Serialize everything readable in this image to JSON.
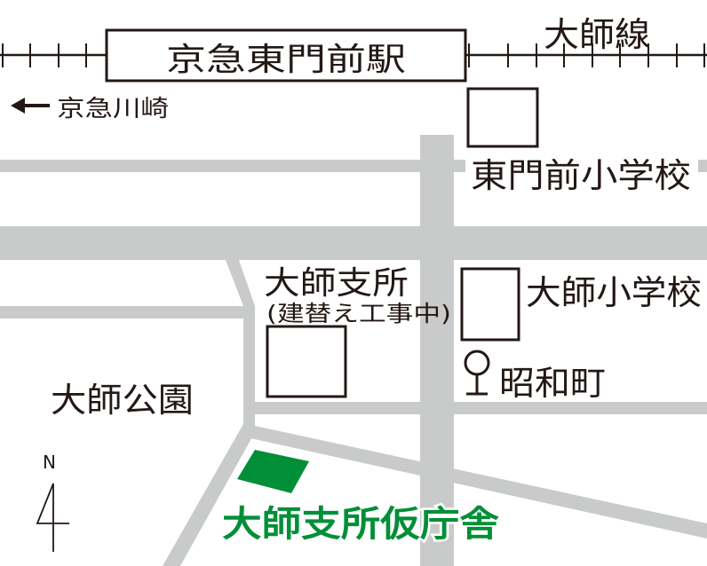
{
  "map": {
    "railway_line": "大師線",
    "station": "京急東門前駅",
    "direction_label": "京急川崎",
    "landmarks": {
      "higashimonzen_school": "東門前小学校",
      "daishi_branch": "大師支所",
      "daishi_branch_note": "(建替え工事中)",
      "daishi_school": "大師小学校",
      "showacho": "昭和町",
      "daishi_park": "大師公園",
      "temporary_office": "大師支所仮庁舎"
    },
    "north_label": "N",
    "colors": {
      "road": "#c9caca",
      "highlight": "#008f37",
      "ink": "#231815"
    }
  }
}
